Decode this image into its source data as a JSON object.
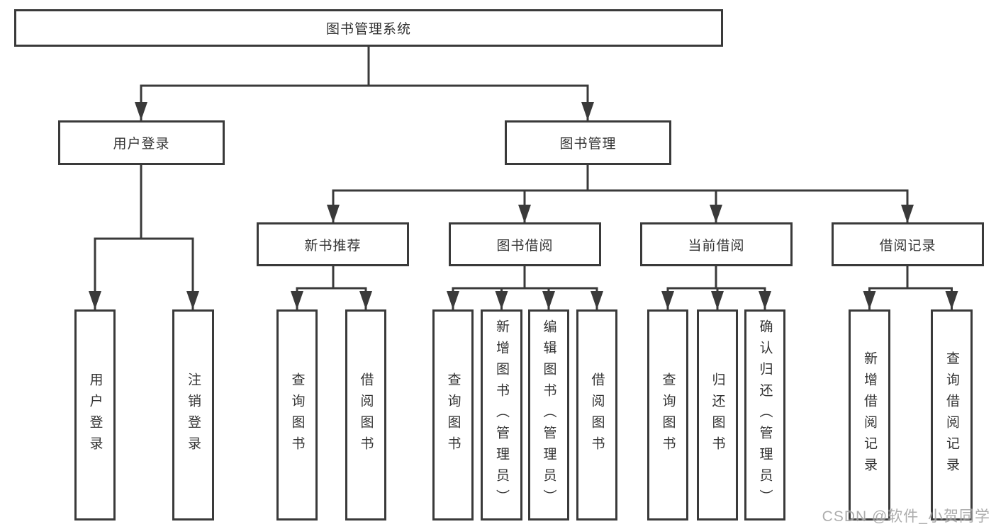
{
  "tree": {
    "root": "图书管理系统",
    "branches": [
      {
        "label": "用户登录",
        "children": [
          "用户登录",
          "注销登录"
        ]
      },
      {
        "label": "图书管理",
        "sections": [
          {
            "label": "新书推荐",
            "children": [
              "查询图书",
              "借阅图书"
            ]
          },
          {
            "label": "图书借阅",
            "children": [
              "查询图书",
              "新增图书（管理员）",
              "编辑图书（管理员）",
              "借阅图书"
            ]
          },
          {
            "label": "当前借阅",
            "children": [
              "查询图书",
              "归还图书",
              "确认归还（管理员）"
            ]
          },
          {
            "label": "借阅记录",
            "children": [
              "新增借阅记录",
              "查询借阅记录"
            ]
          }
        ]
      }
    ]
  },
  "watermark": "CSDN @软件_小贺同学",
  "colors": {
    "line": "#3a3a3a",
    "text": "#333333",
    "watermark": "#969696",
    "background": "#ffffff"
  }
}
